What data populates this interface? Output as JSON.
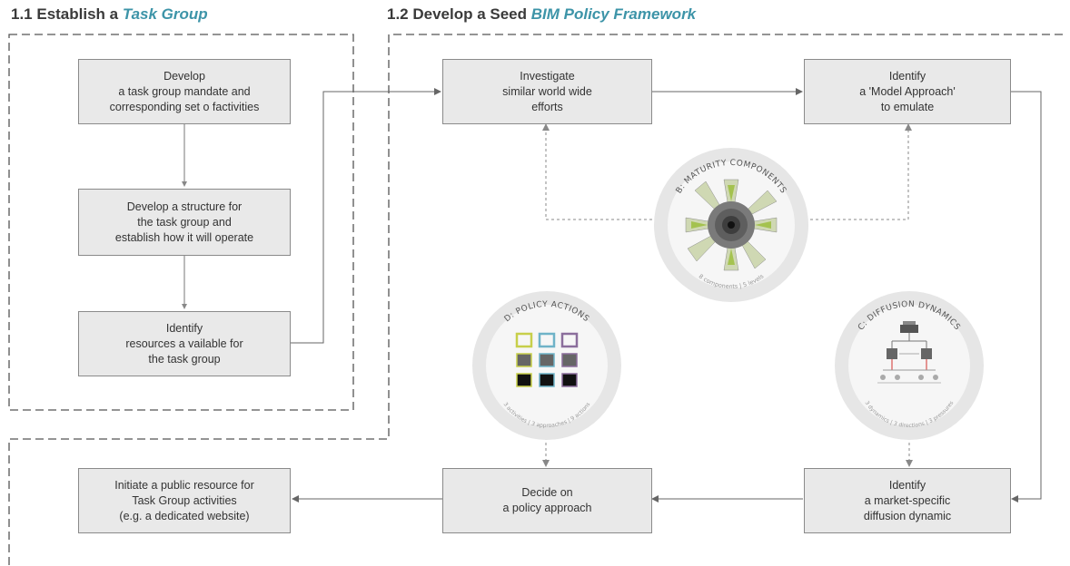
{
  "title_1_1": {
    "prefix": "1.1 Establish a ",
    "emphasis": "Task Group"
  },
  "title_1_2": {
    "prefix": "1.2 Develop a Seed ",
    "emphasis": "BIM Policy Framework"
  },
  "boxes": {
    "mandate": {
      "lines": [
        "Develop",
        "a task group mandate and",
        "corresponding set o factivities"
      ]
    },
    "structure": {
      "lines": [
        "Develop a structure for",
        "the task group and",
        "establish how it will operate"
      ]
    },
    "resources": {
      "lines": [
        "Identify",
        "resources a vailable for",
        "the task group"
      ]
    },
    "investigate": {
      "lines": [
        "Investigate",
        "similar world wide",
        "efforts"
      ]
    },
    "model_approach": {
      "lines": [
        "Identify",
        "a 'Model Approach'",
        "to emulate"
      ]
    },
    "diffusion": {
      "lines": [
        "Identify",
        "a market-specific",
        "diffusion dynamic"
      ]
    },
    "policy": {
      "lines": [
        "Decide on",
        "a policy approach"
      ]
    },
    "public_resource": {
      "lines": [
        "Initiate a public resource for",
        "Task Group activities",
        "(e.g. a dedicated website)"
      ]
    }
  },
  "wheels": {
    "maturity": {
      "title": "B: MATURITY COMPONENTS",
      "caption": "8 components | 5 levels",
      "accent": "#9dbf3e"
    },
    "policy_actions": {
      "title": "D: POLICY ACTIONS",
      "caption": "3 activities | 3 approaches | 9 actions",
      "accent": "#c7cf4a"
    },
    "diffusion": {
      "title": "C: DIFFUSION DYNAMICS",
      "caption": "3 dynamics | 3 directions | 3 pressures",
      "accent": "#d9534f"
    }
  },
  "colors": {
    "box_fill": "#e9e9e9",
    "box_border": "#8a8a8a",
    "title_accent": "#3d94a8",
    "line": "#666666"
  }
}
